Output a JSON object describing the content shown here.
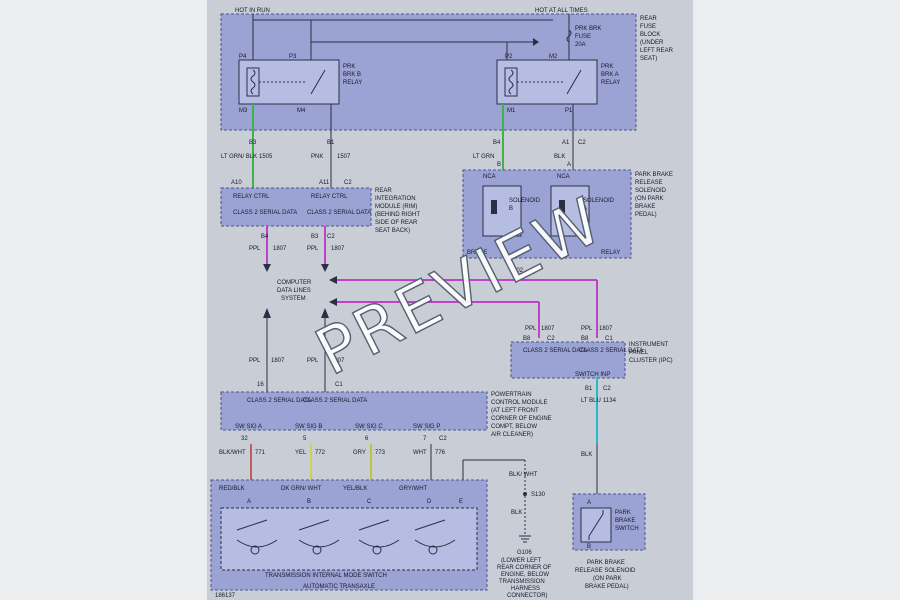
{
  "watermark": "PREVIEW",
  "diagram_id": "186137",
  "hot_in_run": "HOT IN RUN",
  "hot_at_all_times": "HOT AT ALL TIMES",
  "fuse_block": {
    "title_lines": [
      "REAR",
      "FUSE",
      "BLOCK",
      "(UNDER",
      "LEFT REAR",
      "SEAT)"
    ],
    "fuse_lines": [
      "PRK BRK",
      "FUSE",
      "20A"
    ]
  },
  "relay_b": {
    "lines": [
      "PRK",
      "BRK B",
      "RELAY"
    ],
    "pins": [
      "P4",
      "P3",
      "M3",
      "M4"
    ]
  },
  "relay_a": {
    "lines": [
      "PRK",
      "BRK A",
      "RELAY"
    ],
    "pins": [
      "P2",
      "M2",
      "M1",
      "P1"
    ]
  },
  "connector_pins": {
    "b3": "B3",
    "b1": "B1",
    "b4": "B4",
    "a1": "A1",
    "c2": "C2",
    "b": "B",
    "a": "A",
    "a10": "A10",
    "a11": "A11",
    "c2b": "C2",
    "b4b": "B4",
    "b3b": "B3",
    "c2c": "C2",
    "b8a": "B8",
    "c2d": "C2",
    "b8b": "B8",
    "c1": "C1",
    "b1b": "B1",
    "c2e": "C2",
    "pin16": "16",
    "c1b": "C1",
    "pin32": "32",
    "pin5": "5",
    "pin6": "6",
    "pin7": "7",
    "c2f": "C2",
    "pin_b": "B",
    "pin_a": "A"
  },
  "wires": {
    "w1505": {
      "color": "LT GRN/ BLK",
      "circuit": "1505"
    },
    "w1507": {
      "color": "PNK",
      "circuit": "1507"
    },
    "ltgrn": "LT GRN",
    "blk": "BLK",
    "ppl1807a": {
      "color": "PPL",
      "circuit": "1807"
    },
    "ppl1807b": {
      "color": "PPL",
      "circuit": "1807"
    },
    "ppl1807c": {
      "color": "PPL",
      "circuit": "1807"
    },
    "ppl1807d": {
      "color": "PPL",
      "circuit": "1807"
    },
    "ppl1807e": {
      "color": "PPL",
      "circuit": "1807"
    },
    "ppl1807f": {
      "color": "PPL",
      "circuit": "1807"
    },
    "ltblu": {
      "color": "LT BLU",
      "circuit": "1134"
    },
    "blk_bottom": "BLK",
    "w771": {
      "color": "BLK/WHT",
      "circuit": "771"
    },
    "w772": {
      "color": "YEL",
      "circuit": "772"
    },
    "w773": {
      "color": "GRY",
      "circuit": "773"
    },
    "w776": {
      "color": "WHT",
      "circuit": "776"
    },
    "blkwht": "BLK/ WHT",
    "blk2": "BLK"
  },
  "rim": {
    "relay_ctrl_1": "RELAY CTRL",
    "relay_ctrl_2": "RELAY CTRL",
    "class2_1": "CLASS 2 SERIAL DATA",
    "class2_2": "CLASS 2 SERIAL DATA",
    "lines": [
      "REAR",
      "INTEGRATION",
      "MODULE (RIM)",
      "(BEHIND RIGHT",
      "SIDE OF REAR",
      "SEAT BACK)"
    ]
  },
  "solenoid": {
    "nca1": "NCA",
    "nca2": "NCA",
    "sol_b": "SOLENOID",
    "sol_b2": "B",
    "sol_a": "SOLENOID",
    "sol_a2": "A",
    "brake": "BRAKE",
    "relay": "RELAY",
    "g202": "202",
    "lines": [
      "PARK BRAKE",
      "RELEASE",
      "SOLENOID",
      "(ON PARK",
      "BRAKE",
      "PEDAL)"
    ]
  },
  "data_links": [
    "COMPUTER",
    "DATA LINES",
    "SYSTEM"
  ],
  "ipc": {
    "class2_1": "CLASS 2 SERIAL DATA",
    "class2_2": "CLASS 2 SERIAL DATA",
    "switch_inp": "SWITCH INP",
    "lines": [
      "INSTRUMENT",
      "PANEL",
      "CLUSTER (IPC)"
    ]
  },
  "pcm": {
    "class2_1": "CLASS 2 SERIAL DATA",
    "class2_2": "CLASS 2 SERIAL DATA",
    "sw_a": "SW SIG A",
    "sw_b": "SW SIG B",
    "sw_c": "SW SIG C",
    "sw_p": "SW SIG P",
    "lines": [
      "POWERTRAIN",
      "CONTROL MODULE",
      "(AT LEFT FRONT",
      "CORNER OF ENGINE",
      "COMPT, BELOW",
      "AIR CLEANER)"
    ]
  },
  "trans": {
    "wire_labels": [
      "RED/BLK",
      "DK GRN/ WHT",
      "YEL/BLK",
      "GRY/WHT"
    ],
    "pin_labels": [
      "A",
      "B",
      "C",
      "D",
      "E"
    ],
    "switch_name": "TRANSMISSION INTERNAL MODE SWITCH",
    "transaxle": "AUTOMATIC TRANSAXLE"
  },
  "splice": "S130",
  "ground": {
    "name": "G106",
    "lines": [
      "(LOWER LEFT",
      "REAR CORNER OF",
      "ENGINE, BELOW",
      "TRANSMISSION",
      "HARNESS",
      "CONNECTOR)"
    ]
  },
  "brake_switch": {
    "lines": [
      "PARK",
      "BRAKE",
      "SWITCH"
    ],
    "caption": [
      "PARK BRAKE",
      "RELEASE SOLENOID",
      "(ON PARK",
      "BRAKE PEDAL)"
    ]
  },
  "colors": {
    "green": "#3db34a",
    "pink": "#c040c8",
    "cyan": "#2ab8c8",
    "box": "#9aa3d4",
    "sheet": "#c8cdd6",
    "line": "#2a2f45"
  }
}
